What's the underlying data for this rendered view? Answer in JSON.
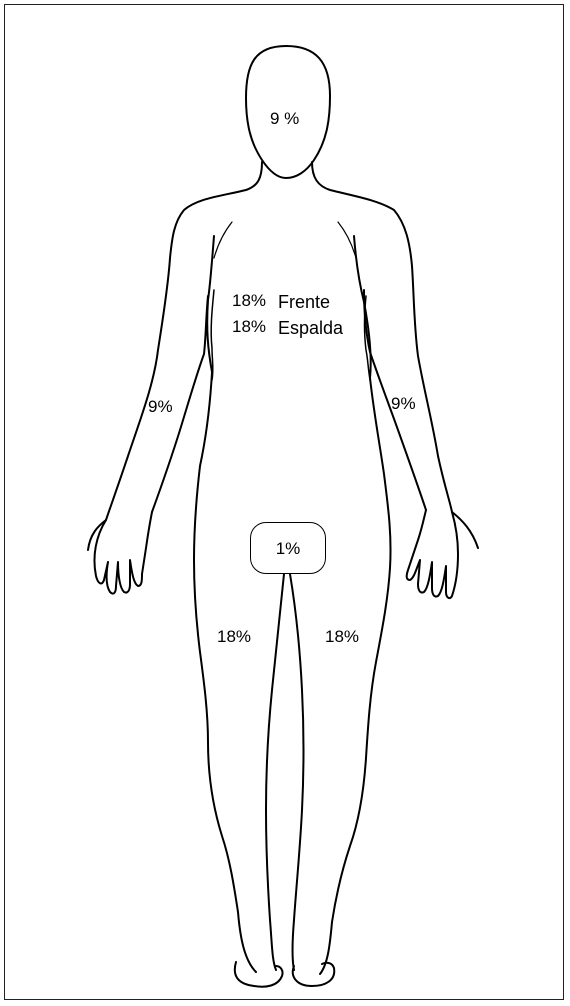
{
  "colors": {
    "outline": "#000000",
    "background": "#ffffff",
    "border": "#222222"
  },
  "labels": {
    "head": "9 %",
    "torso_front_pct": "18%",
    "torso_front_word": "Frente",
    "torso_back_pct": "18%",
    "torso_back_word": "Espalda",
    "left_arm": "9%",
    "right_arm": "9%",
    "groin": "1%",
    "left_leg": "18%",
    "right_leg": "18%"
  }
}
